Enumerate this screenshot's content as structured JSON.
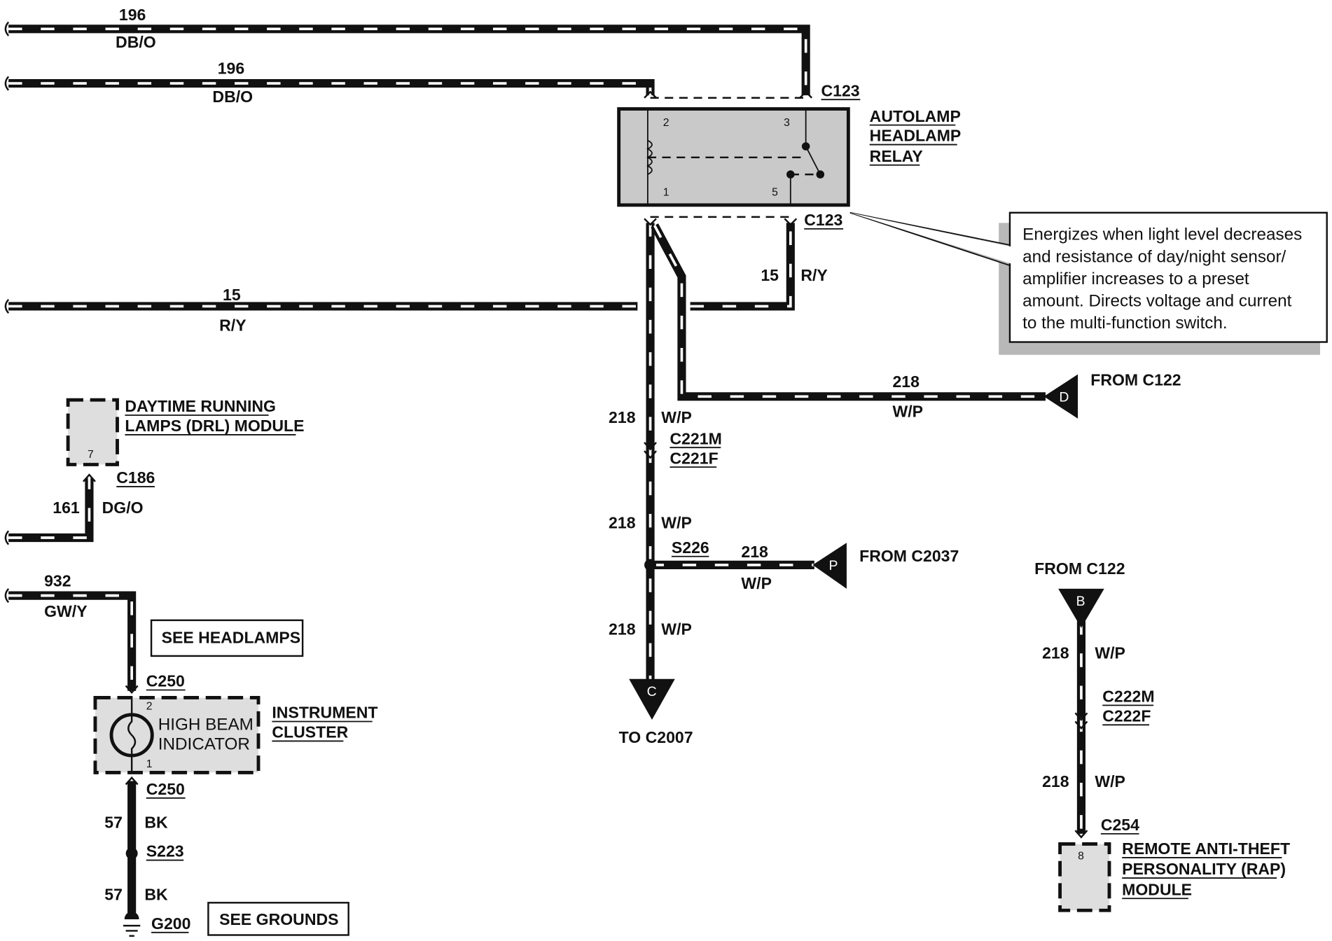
{
  "labels": {
    "w196a_num": "196",
    "w196a_col": "DB/O",
    "w196b_num": "196",
    "w196b_col": "DB/O",
    "c123_top": "C123",
    "c123_bot": "C123",
    "relay_l1": "AUTOLAMP",
    "relay_l2": "HEADLAMP",
    "relay_l3": "RELAY",
    "pin2": "2",
    "pin3": "3",
    "pin1": "1",
    "pin5": "5",
    "w15_num": "15",
    "w15_col": "R/Y",
    "w15v_num": "15",
    "w15v_col": "R/Y",
    "note_l1": "Energizes when light level decreases",
    "note_l2": "and resistance of day/night sensor/",
    "note_l3": "amplifier increases to a preset",
    "note_l4": "amount.  Directs voltage and current",
    "note_l5": "to the multi-function switch.",
    "drl_l1": "DAYTIME RUNNING",
    "drl_l2": "LAMPS (DRL) MODULE",
    "drl_pin": "7",
    "c186": "C186",
    "w161_num": "161",
    "w161_col": "DG/O",
    "w932_num": "932",
    "w932_col": "GW/Y",
    "see_headlamps": "SEE HEADLAMPS",
    "c250_top": "C250",
    "c250_bot": "C250",
    "hb_l1": "HIGH BEAM",
    "hb_l2": "INDICATOR",
    "hb_pin2": "2",
    "hb_pin1": "1",
    "ic_l1": "INSTRUMENT",
    "ic_l2": "CLUSTER",
    "w57a_num": "57",
    "w57a_col": "BK",
    "s223": "S223",
    "w57b_num": "57",
    "w57b_col": "BK",
    "g200": "G200",
    "see_grounds": "SEE GROUNDS",
    "w218a_num": "218",
    "w218a_col": "W/P",
    "c221m": "C221M",
    "c221f": "C221F",
    "w218b_num": "218",
    "w218b_col": "W/P",
    "s226": "S226",
    "w218p_num": "218",
    "w218p_col": "W/P",
    "conn_p": "P",
    "from_c2037": "FROM C2037",
    "w218c_num": "218",
    "w218c_col": "W/P",
    "conn_c": "C",
    "to_c2007": "TO C2007",
    "w218d_num": "218",
    "w218d_col": "W/P",
    "conn_d": "D",
    "from_c122_d": "FROM  C122",
    "from_c122_b": "FROM  C122",
    "conn_b": "B",
    "w218e_num": "218",
    "w218e_col": "W/P",
    "c222m": "C222M",
    "c222f": "C222F",
    "w218f_num": "218",
    "w218f_col": "W/P",
    "c254": "C254",
    "rap_l1": "REMOTE ANTI-THEFT",
    "rap_l2": "PERSONALITY (RAP)",
    "rap_l3": "MODULE",
    "rap_pin": "8"
  }
}
